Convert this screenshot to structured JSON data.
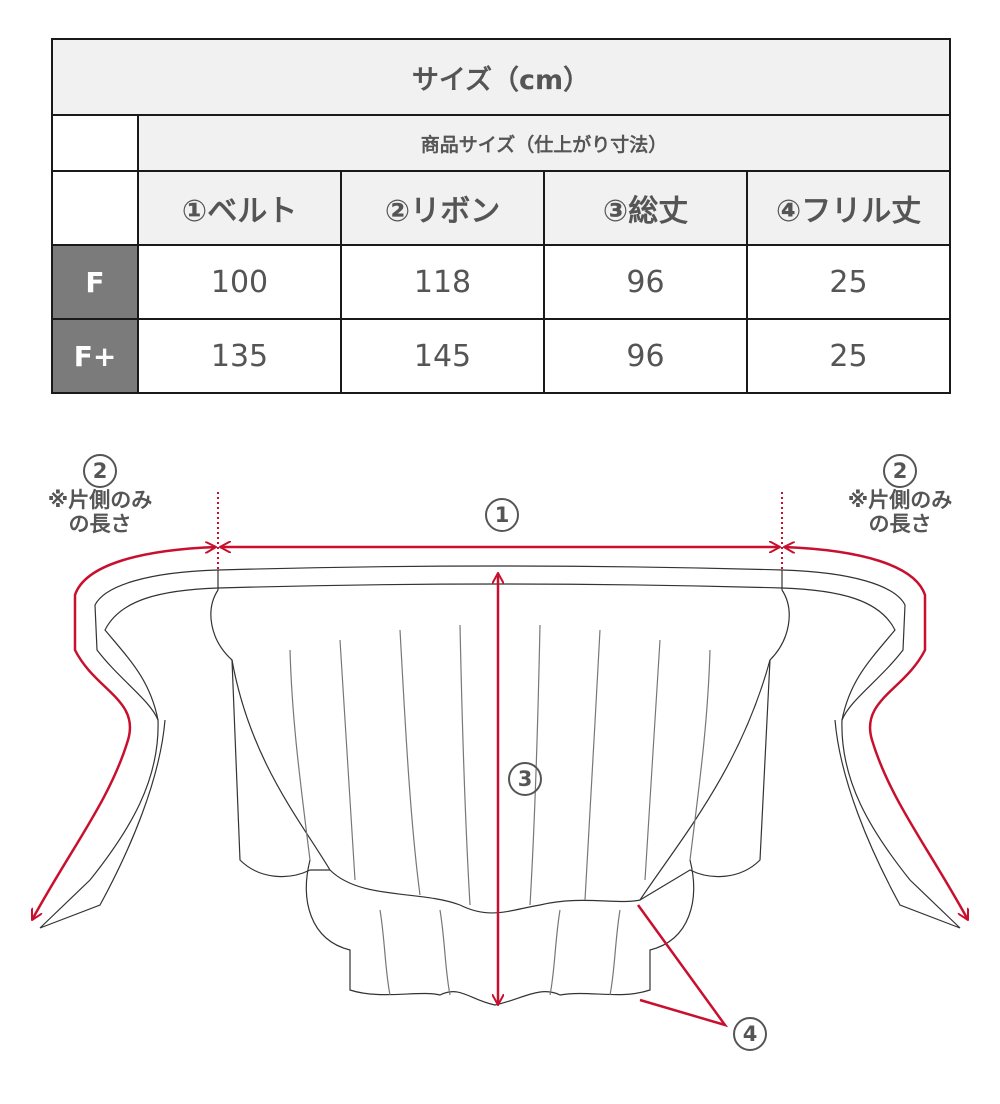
{
  "table": {
    "title": "サイズ（cm）",
    "subtitle": "商品サイズ（仕上がり寸法）",
    "columns": [
      "①ベルト",
      "②リボン",
      "③総丈",
      "④フリル丈"
    ],
    "rows": [
      {
        "size": "F",
        "values": [
          "100",
          "118",
          "96",
          "25"
        ]
      },
      {
        "size": "F+",
        "values": [
          "135",
          "145",
          "96",
          "25"
        ]
      }
    ],
    "colors": {
      "header_bg": "#f1f1f1",
      "rowlabel_bg": "#7b7b7b",
      "border": "#1a1a1a",
      "text": "#555555"
    }
  },
  "diagram": {
    "label_belt": "1",
    "label_ribbon": "2",
    "label_total_length": "3",
    "label_frill_length": "4",
    "ribbon_note_line1": "※片側のみ",
    "ribbon_note_line2": "の長さ",
    "measure_color": "#c8102e",
    "outline_color": "#333333"
  }
}
